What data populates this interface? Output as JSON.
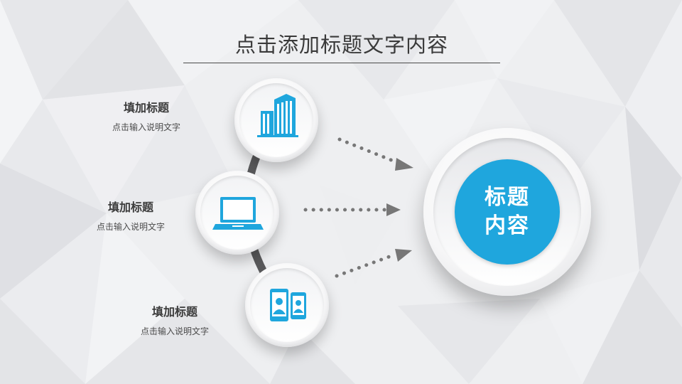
{
  "title": "点击添加标题文字内容",
  "items": [
    {
      "heading": "填加标题",
      "desc": "点击输入说明文字",
      "icon": "buildings-icon"
    },
    {
      "heading": "填加标题",
      "desc": "点击输入说明文字",
      "icon": "laptop-icon"
    },
    {
      "heading": "填加标题",
      "desc": "点击输入说明文字",
      "icon": "phones-contact-icon"
    }
  ],
  "center": {
    "line1": "标题",
    "line2": "内容"
  },
  "colors": {
    "accent": "#1fa6dd",
    "text": "#3b3b3b",
    "arrow": "#777777"
  }
}
